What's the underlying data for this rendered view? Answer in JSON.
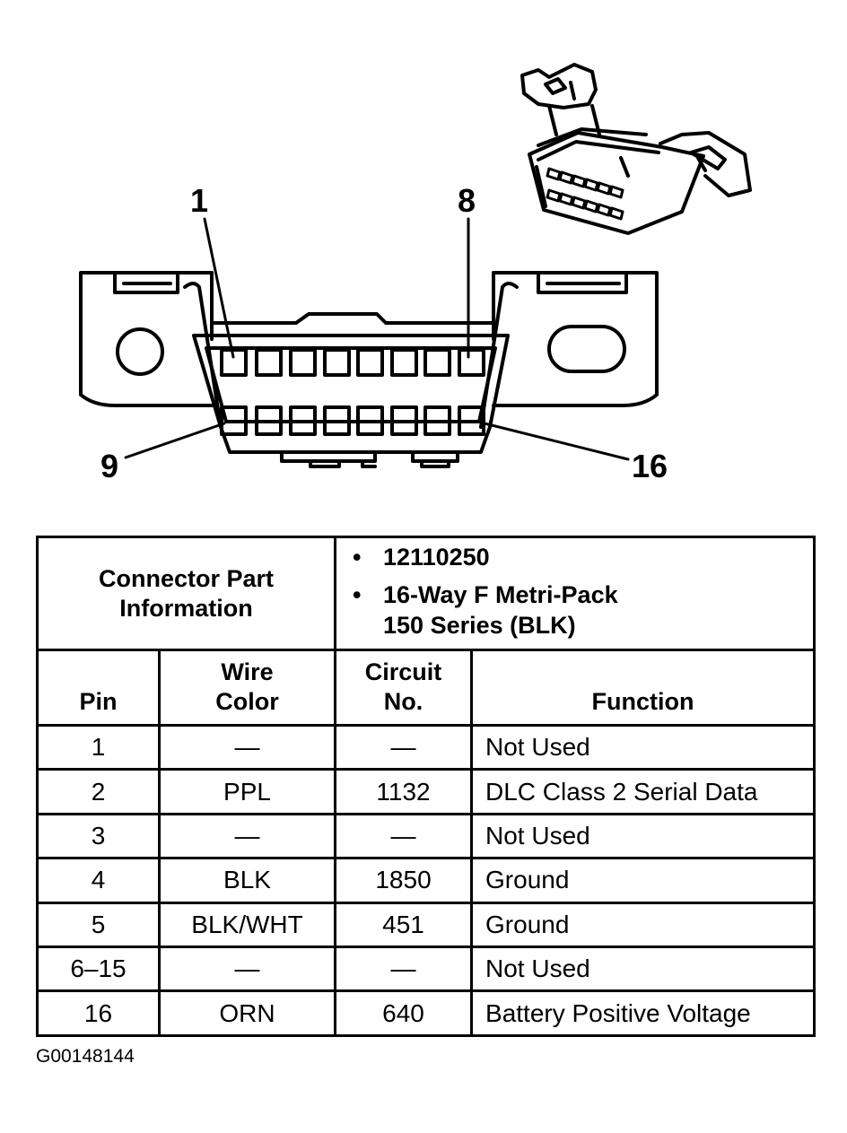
{
  "pin_labels": {
    "top_left": "1",
    "top_right": "8",
    "bottom_left": "9",
    "bottom_right": "16"
  },
  "connector_info": {
    "heading": "Connector Part Information",
    "part_number": "12110250",
    "description_line1": "16-Way F Metri-Pack",
    "description_line2": "150 Series (BLK)"
  },
  "table": {
    "headers": {
      "pin": "Pin",
      "wire_color": "Wire Color",
      "circuit_no": "Circuit No.",
      "function": "Function"
    },
    "rows": [
      {
        "pin": "1",
        "wire": "—",
        "circuit": "—",
        "function": "Not Used"
      },
      {
        "pin": "2",
        "wire": "PPL",
        "circuit": "1132",
        "function": "DLC Class 2 Serial Data"
      },
      {
        "pin": "3",
        "wire": "—",
        "circuit": "—",
        "function": "Not Used"
      },
      {
        "pin": "4",
        "wire": "BLK",
        "circuit": "1850",
        "function": "Ground"
      },
      {
        "pin": "5",
        "wire": "BLK/WHT",
        "circuit": "451",
        "function": "Ground"
      },
      {
        "pin": "6–15",
        "wire": "—",
        "circuit": "—",
        "function": "Not Used"
      },
      {
        "pin": "16",
        "wire": "ORN",
        "circuit": "640",
        "function": "Battery Positive Voltage"
      }
    ]
  },
  "figure_id": "G00148144",
  "colors": {
    "line": "#000000",
    "background": "#ffffff"
  }
}
